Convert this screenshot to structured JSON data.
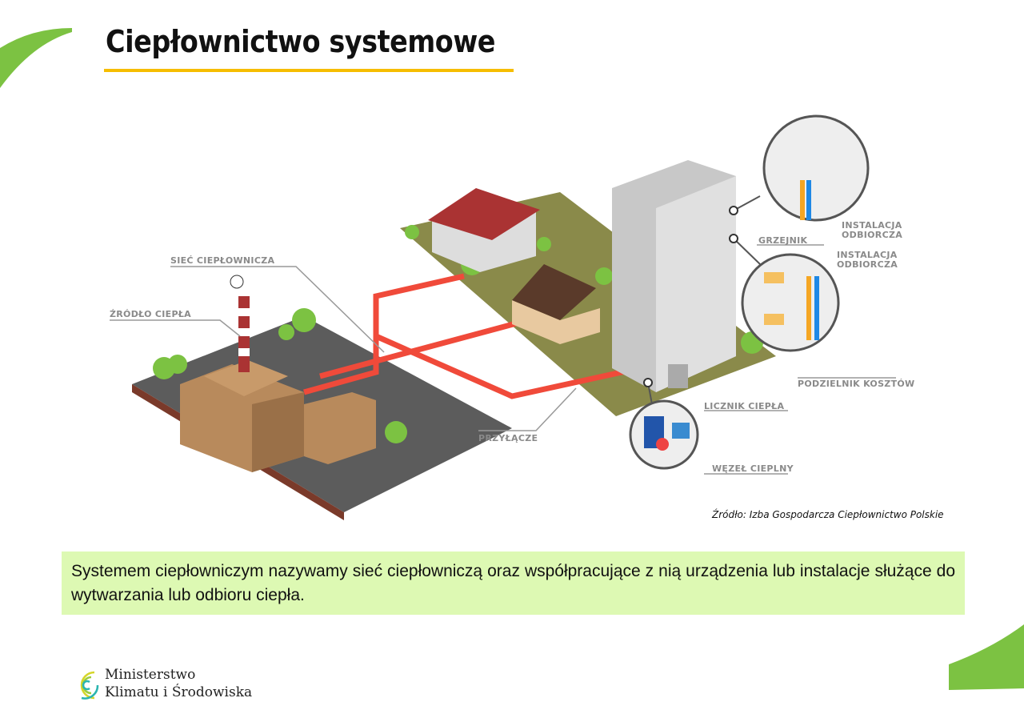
{
  "slide": {
    "title": "Ciepłownictwo systemowe",
    "diagram_labels": {
      "siec": "SIEĆ CIEPŁOWNICZA",
      "zrodlo": "ŹRÓDŁO CIEPŁA",
      "przylacze": "PRZYŁĄCZE",
      "licznik": "LICZNIK CIEPŁA",
      "wezel": "WĘZEŁ CIEPLNY",
      "podzielnik": "PODZIELNIK KOSZTÓW",
      "grzejnik": "GRZEJNIK",
      "instalacja_1_line1": "INSTALACJA",
      "instalacja_1_line2": "ODBIORCZA",
      "instalacja_2_line1": "INSTALACJA",
      "instalacja_2_line2": "ODBIORCZA"
    },
    "source": "Źródło: Izba Gospodarcza Ciepłownictwo Polskie",
    "definition": "Systemem ciepłowniczym nazywamy sieć ciepłowniczą oraz współpracujące z nią urządzenia lub instalacje służące do wytwarzania lub odbioru ciepła.",
    "footer": {
      "line1": "Ministerstwo",
      "line2": "Klimatu i Środowiska"
    },
    "colors": {
      "accent_green": "#7cc242",
      "underline": "#f6bd00",
      "pipe": "#f04a3a",
      "info_bg": "#ddf9b3"
    }
  }
}
